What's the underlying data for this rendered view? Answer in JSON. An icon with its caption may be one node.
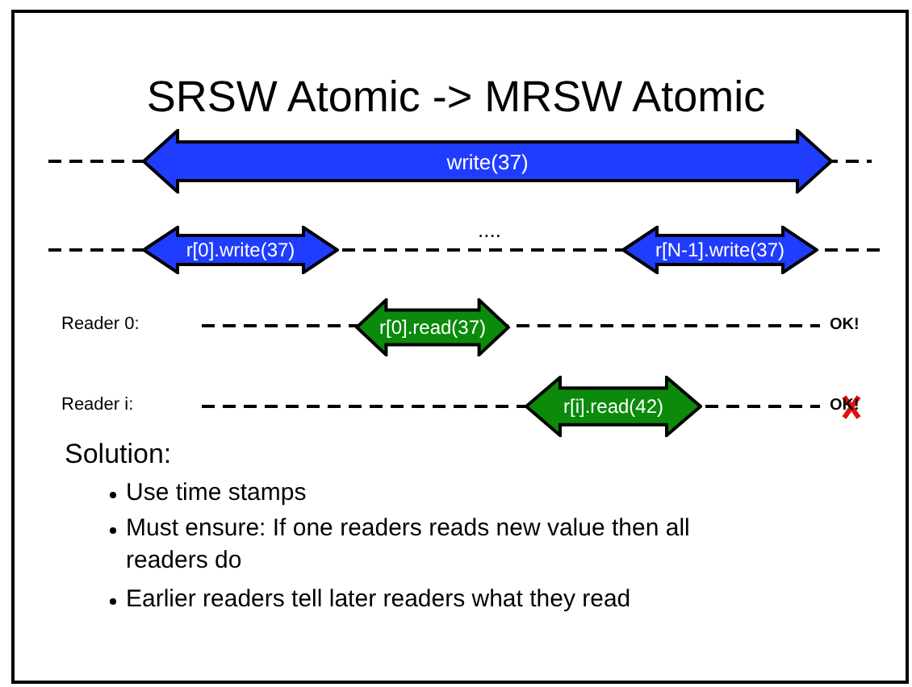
{
  "diagram": {
    "title": "SRSW Atomic -> MRSW Atomic",
    "nodes": [
      {
        "text": [
          "write(37)"
        ]
      },
      {
        "text": [
          "r[0].write(37)"
        ]
      },
      {
        "text": [
          "r[N-1].write(37)"
        ]
      },
      {
        "text": [
          "r[0].read(37)"
        ]
      },
      {
        "text": [
          "r[i].read(42)"
        ]
      }
    ],
    "labels": [
      "....",
      "Reader 0:",
      "OK!",
      "Reader i:",
      "OK!",
      "Solution:",
      "Use time stamps",
      "Must ensure: If one readers reads new value then all readers do",
      "Earlier readers tell later readers what they read"
    ]
  }
}
